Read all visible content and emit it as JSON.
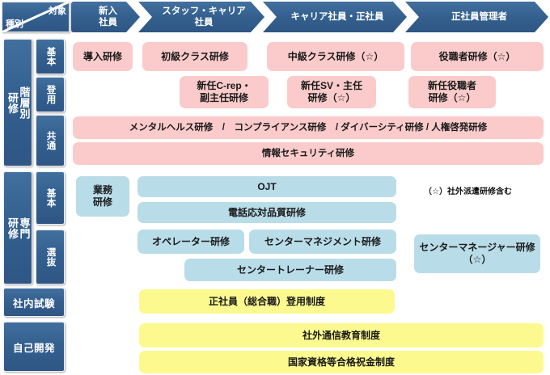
{
  "header": {
    "corner": {
      "target_label": "対象",
      "kind_label": "種別"
    },
    "audiences": [
      {
        "id": "newcomer",
        "label": "新入\n社員"
      },
      {
        "id": "staff",
        "label": "スタッフ・キャリア\n社員"
      },
      {
        "id": "career",
        "label": "キャリア社員・正社員"
      },
      {
        "id": "manager",
        "label": "正社員管理者"
      }
    ]
  },
  "categories": [
    {
      "id": "kaisou",
      "label": "階層別\n研修"
    },
    {
      "id": "senmon",
      "label": "専門\n研修"
    },
    {
      "id": "shanai",
      "label": "社内試験"
    },
    {
      "id": "jiko",
      "label": "自己開発"
    }
  ],
  "subcategories": [
    {
      "id": "kihon-1",
      "label": "基本"
    },
    {
      "id": "touyou",
      "label": "登用"
    },
    {
      "id": "kyoutsuu",
      "label": "共通"
    },
    {
      "id": "kihon-2",
      "label": "基本"
    },
    {
      "id": "senbatsu",
      "label": "選抜"
    }
  ],
  "group_labels": [
    {
      "id": "gyoumu",
      "label": "業務\n研修"
    }
  ],
  "items": {
    "kaisou_kihon": [
      {
        "id": "dounyu",
        "label": "導入研修"
      },
      {
        "id": "shokyu",
        "label": "初級クラス研修"
      },
      {
        "id": "chukyu",
        "label": "中級クラス研修（☆）"
      },
      {
        "id": "yakushoku",
        "label": "役職者研修（☆）"
      }
    ],
    "kaisou_touyou": [
      {
        "id": "shinnin-crep",
        "label": "新任C-rep・\n副主任研修"
      },
      {
        "id": "shinnin-sv",
        "label": "新任SV・主任\n研修（☆）"
      },
      {
        "id": "shinnin-yaku",
        "label": "新任役職者\n研修（☆）"
      }
    ],
    "kaisou_kyoutsuu": [
      {
        "id": "mental",
        "label": "メンタルヘルス研修　/　コンプライアンス研修　/ ダイバーシティ研修 / 人権啓発研修"
      },
      {
        "id": "infosec",
        "label": "情報セキュリティ研修"
      }
    ],
    "senmon": [
      {
        "id": "ojt",
        "label": "OJT"
      },
      {
        "id": "denwa",
        "label": "電話応対品質研修"
      },
      {
        "id": "operator",
        "label": "オペレーター研修"
      },
      {
        "id": "cmgmt",
        "label": "センターマネジメント研修"
      },
      {
        "id": "ctrainer",
        "label": "センタートレーナー研修"
      },
      {
        "id": "cmanager",
        "label": "センターマネージャー研修\n（☆）"
      }
    ],
    "shanai": [
      {
        "id": "seishain",
        "label": "正社員（総合職）登用制度"
      }
    ],
    "jiko": [
      {
        "id": "tsushin",
        "label": "社外通信教育制度"
      },
      {
        "id": "kokka",
        "label": "国家資格等合格祝金制度"
      }
    ]
  },
  "footnote": {
    "text": "（☆）社外派遣研修含む"
  },
  "colors": {
    "nav_blue": "#35608f",
    "pink": "#fbcbcb",
    "light_blue": "#b9dce9",
    "yellow": "#fcfa8e",
    "text": "#1a1a1a"
  }
}
